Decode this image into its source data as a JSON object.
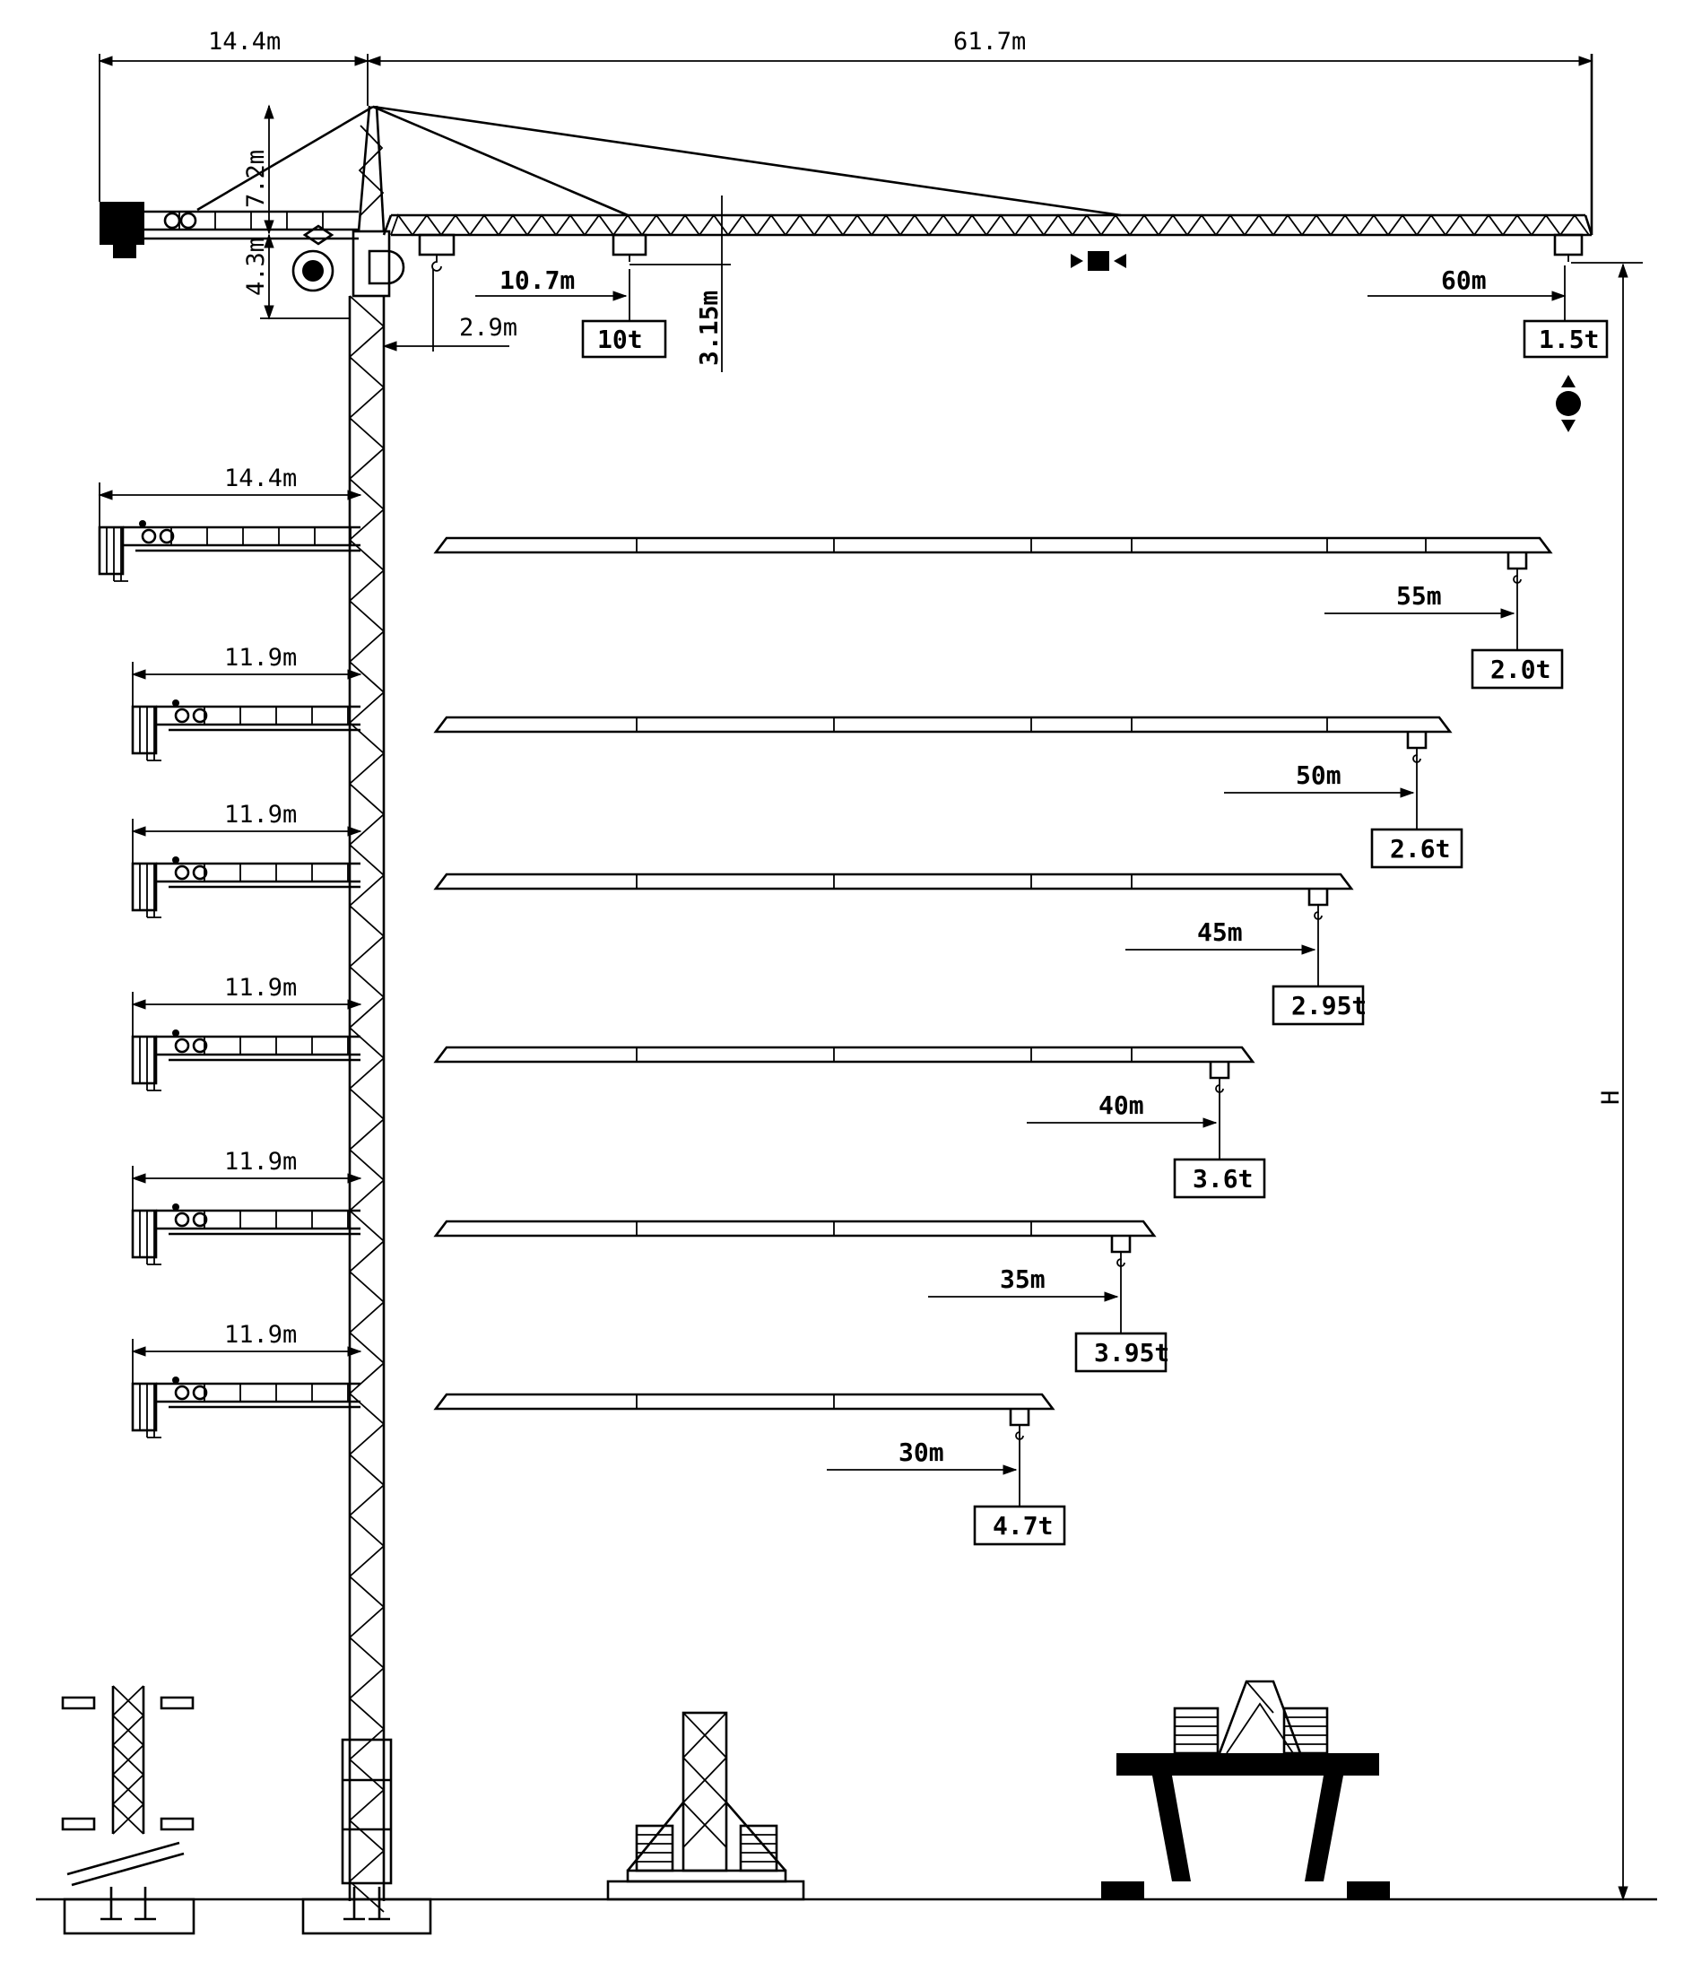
{
  "colors": {
    "ink": "#000000",
    "paper": "#ffffff"
  },
  "top": {
    "counter_jib_length": "14.4m",
    "jib_length": "61.7m",
    "apex_height": "7.2m",
    "turntable_height": "4.3m",
    "tower_offset": "2.9m",
    "min_radius": "10.7m",
    "min_radius_load": "10t",
    "hook_drop": "3.15m",
    "max_radius": "60m",
    "max_radius_load": "1.5t",
    "height_symbol": "H"
  },
  "configs": [
    {
      "counter_jib": "14.4m",
      "radius": "55m",
      "load": "2.0t"
    },
    {
      "counter_jib": "11.9m",
      "radius": "50m",
      "load": "2.6t"
    },
    {
      "counter_jib": "11.9m",
      "radius": "45m",
      "load": "2.95t"
    },
    {
      "counter_jib": "11.9m",
      "radius": "40m",
      "load": "3.6t"
    },
    {
      "counter_jib": "11.9m",
      "radius": "35m",
      "load": "3.95t"
    },
    {
      "counter_jib": "11.9m",
      "radius": "30m",
      "load": "4.7t"
    }
  ],
  "icons": [
    "trolley-travel-icon",
    "hoist-updown-icon",
    "slewing-icon"
  ]
}
